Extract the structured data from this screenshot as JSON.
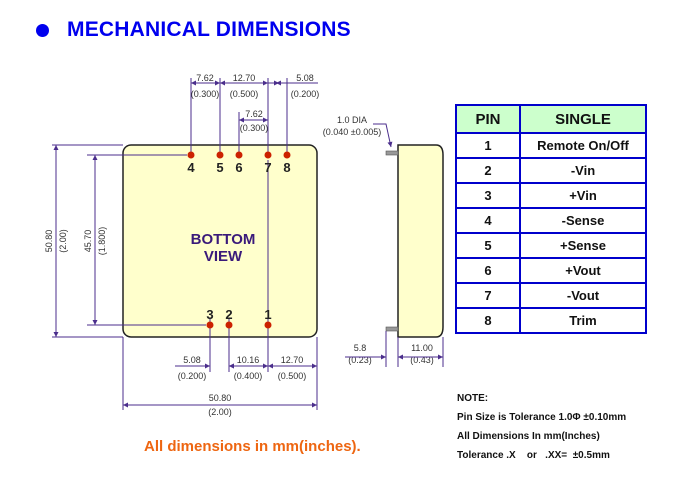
{
  "title": "MECHANICAL DIMENSIONS",
  "colors": {
    "title": "#0000ee",
    "body_fill": "#ffffcc",
    "dimension_line": "#4b2e8c",
    "pin_dot": "#cc2200",
    "table_border": "#0000cc",
    "table_header": "#ccffcc",
    "footer": "#ee6611"
  },
  "bottom_view": {
    "label_line1": "BOTTOM",
    "label_line2": "VIEW",
    "top_pins": [
      "4",
      "5",
      "6",
      "7",
      "8"
    ],
    "bottom_pins": [
      "3",
      "2",
      "1"
    ]
  },
  "dimensions": {
    "top": [
      {
        "mm": "7.62",
        "in": "(0.300)"
      },
      {
        "mm": "12.70",
        "in": "(0.500)"
      },
      {
        "mm": "5.08",
        "in": "(0.200)"
      },
      {
        "mm": "7.62",
        "in": "(0.300)"
      }
    ],
    "bottom": [
      {
        "mm": "5.08",
        "in": "(0.200)"
      },
      {
        "mm": "10.16",
        "in": "(0.400)"
      },
      {
        "mm": "12.70",
        "in": "(0.500)"
      }
    ],
    "overall_width": {
      "mm": "50.80",
      "in": "(2.00)"
    },
    "overall_height": {
      "mm": "50.80",
      "in": "(2.00)"
    },
    "pin_span_height": {
      "mm": "45.70",
      "in": "(1.800)"
    },
    "pin_dia": {
      "mm": "1.0 DIA",
      "in": "(0.040 ±0.005)"
    },
    "pin_length": {
      "mm": "5.8",
      "in": "(0.23)"
    },
    "side_thickness": {
      "mm": "11.00",
      "in": "(0.43)"
    }
  },
  "pin_table": {
    "headers": [
      "PIN",
      "SINGLE"
    ],
    "rows": [
      {
        "pin": "1",
        "function": "Remote On/Off"
      },
      {
        "pin": "2",
        "function": "-Vin"
      },
      {
        "pin": "3",
        "function": "+Vin"
      },
      {
        "pin": "4",
        "function": "-Sense"
      },
      {
        "pin": "5",
        "function": "+Sense"
      },
      {
        "pin": "6",
        "function": "+Vout"
      },
      {
        "pin": "7",
        "function": "-Vout"
      },
      {
        "pin": "8",
        "function": "Trim"
      }
    ]
  },
  "notes": [
    "NOTE:",
    "Pin Size is Tolerance 1.0Φ  ±0.10mm",
    "All Dimensions In mm(Inches)",
    "Tolerance .X    or   .XX=  ±0.5mm"
  ],
  "footer": "All dimensions in mm(inches)."
}
